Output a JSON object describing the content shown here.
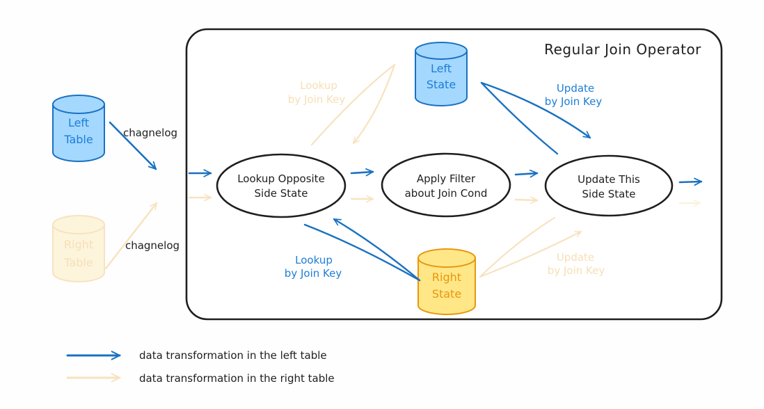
{
  "colors": {
    "ink": "#1e1e1e",
    "blue_stroke": "#1971c2",
    "blue_fill": "#a5d8ff",
    "blue_text": "#1c7ed6",
    "yellow_stroke": "#e8960f",
    "yellow_fill": "#ffe787",
    "faded_stroke": "#f8e2c0",
    "faded_fill": "#fdf4dc",
    "faded_text": "#f6dfb6",
    "faint_stroke": "#fbf2df",
    "background": "#fefefe"
  },
  "container": {
    "title": "Regular Join Operator"
  },
  "cylinders": {
    "left_table": {
      "line1": "Left",
      "line2": "Table"
    },
    "right_table": {
      "line1": "Right",
      "line2": "Table"
    },
    "left_state": {
      "line1": "Left",
      "line2": "State"
    },
    "right_state": {
      "line1": "Right",
      "line2": "State"
    }
  },
  "nodes": {
    "lookup_opposite": {
      "line1": "Lookup Opposite",
      "line2": "Side State"
    },
    "apply_filter": {
      "line1": "Apply Filter",
      "line2": "about Join Cond"
    },
    "update_this": {
      "line1": "Update This",
      "line2": "Side State"
    }
  },
  "edges": {
    "left_changelog": "chagnelog",
    "right_changelog": "chagnelog",
    "lookup_faded": {
      "line1": "Lookup",
      "line2": "by Join Key"
    },
    "update_blue": {
      "line1": "Update",
      "line2": "by Join Key"
    },
    "lookup_blue": {
      "line1": "Lookup",
      "line2": "by Join Key"
    },
    "update_faded": {
      "line1": "Update",
      "line2": "by Join Key"
    }
  },
  "legend": {
    "left": "data transformation in the left table",
    "right": "data transformation in the right table"
  }
}
